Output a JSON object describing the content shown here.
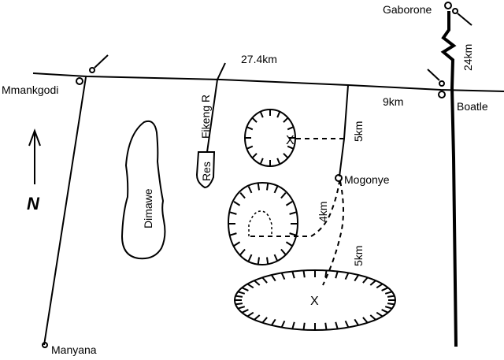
{
  "places": {
    "gaborone": "Gaborone",
    "mmankgodi": "Mmankgodi",
    "boatle": "Boatle",
    "mogonye": "Mogonye",
    "manyana": "Manyana"
  },
  "features": {
    "dimawe": "Dimawe",
    "river": "Fikeng R",
    "reservoir": "Res",
    "site_marker": "X"
  },
  "distances": {
    "mmankgodi_road": "27.4km",
    "boatle_to_junction": "9km",
    "gaborone_to_boatle": "24km",
    "junction_to_site": "5km",
    "mogonye_to_hill": "4km",
    "mogonye_to_site": "5km"
  },
  "north": {
    "label": "N"
  }
}
